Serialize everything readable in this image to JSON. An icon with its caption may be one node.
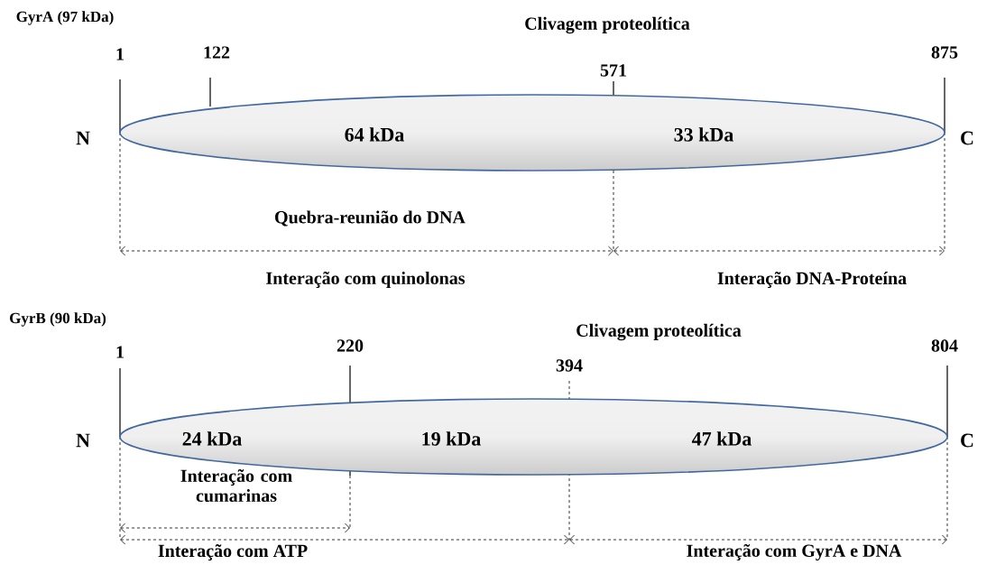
{
  "diagram": {
    "nodes": [
      {
        "text": [
          "64 kDa",
          "33 kDa"
        ]
      },
      {
        "text": [
          "24 kDa",
          "19 kDa",
          "47 kDa"
        ]
      }
    ],
    "labels": [
      "GyrA (97 kDa)",
      "Clivagem proteolítica",
      "1",
      "122",
      "571",
      "875",
      "N",
      "C",
      "Quebra-reunião do DNA",
      "Interação com quinolonas",
      "Interação DNA-Proteína",
      "GyrB (90 kDa)",
      "Clivagem proteolítica",
      "1",
      "220",
      "394",
      "804",
      "N",
      "C",
      "Interação com cumarinas",
      "Interação com ATP",
      "Interação com GyrA e DNA"
    ]
  }
}
